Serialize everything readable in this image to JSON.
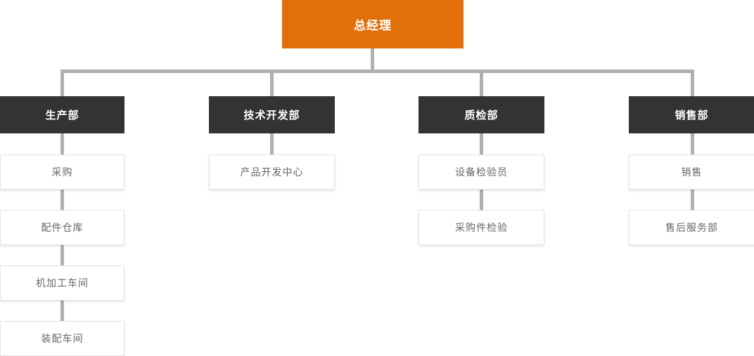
{
  "chart": {
    "title_node": {
      "label": "总经理",
      "color": "#e2700a",
      "text_color": "#ffffff"
    },
    "departments": [
      {
        "label": "生产部",
        "color": "#333333",
        "children": [
          {
            "label": "采购"
          },
          {
            "label": "配件仓库"
          },
          {
            "label": "机加工车间"
          },
          {
            "label": "装配车间"
          }
        ]
      },
      {
        "label": "技术开发部",
        "color": "#333333",
        "children": [
          {
            "label": "产品开发中心"
          }
        ]
      },
      {
        "label": "质检部",
        "color": "#333333",
        "children": [
          {
            "label": "设备检验员"
          },
          {
            "label": "采购件检验"
          }
        ]
      },
      {
        "label": "销售部",
        "color": "#333333",
        "children": [
          {
            "label": "销售"
          },
          {
            "label": "售后服务部"
          }
        ]
      }
    ],
    "connector_color": "#b0b0b0",
    "leaf_border_color": "#e3e3e3",
    "leaf_text_color": "#666666",
    "background": "#ffffff"
  }
}
